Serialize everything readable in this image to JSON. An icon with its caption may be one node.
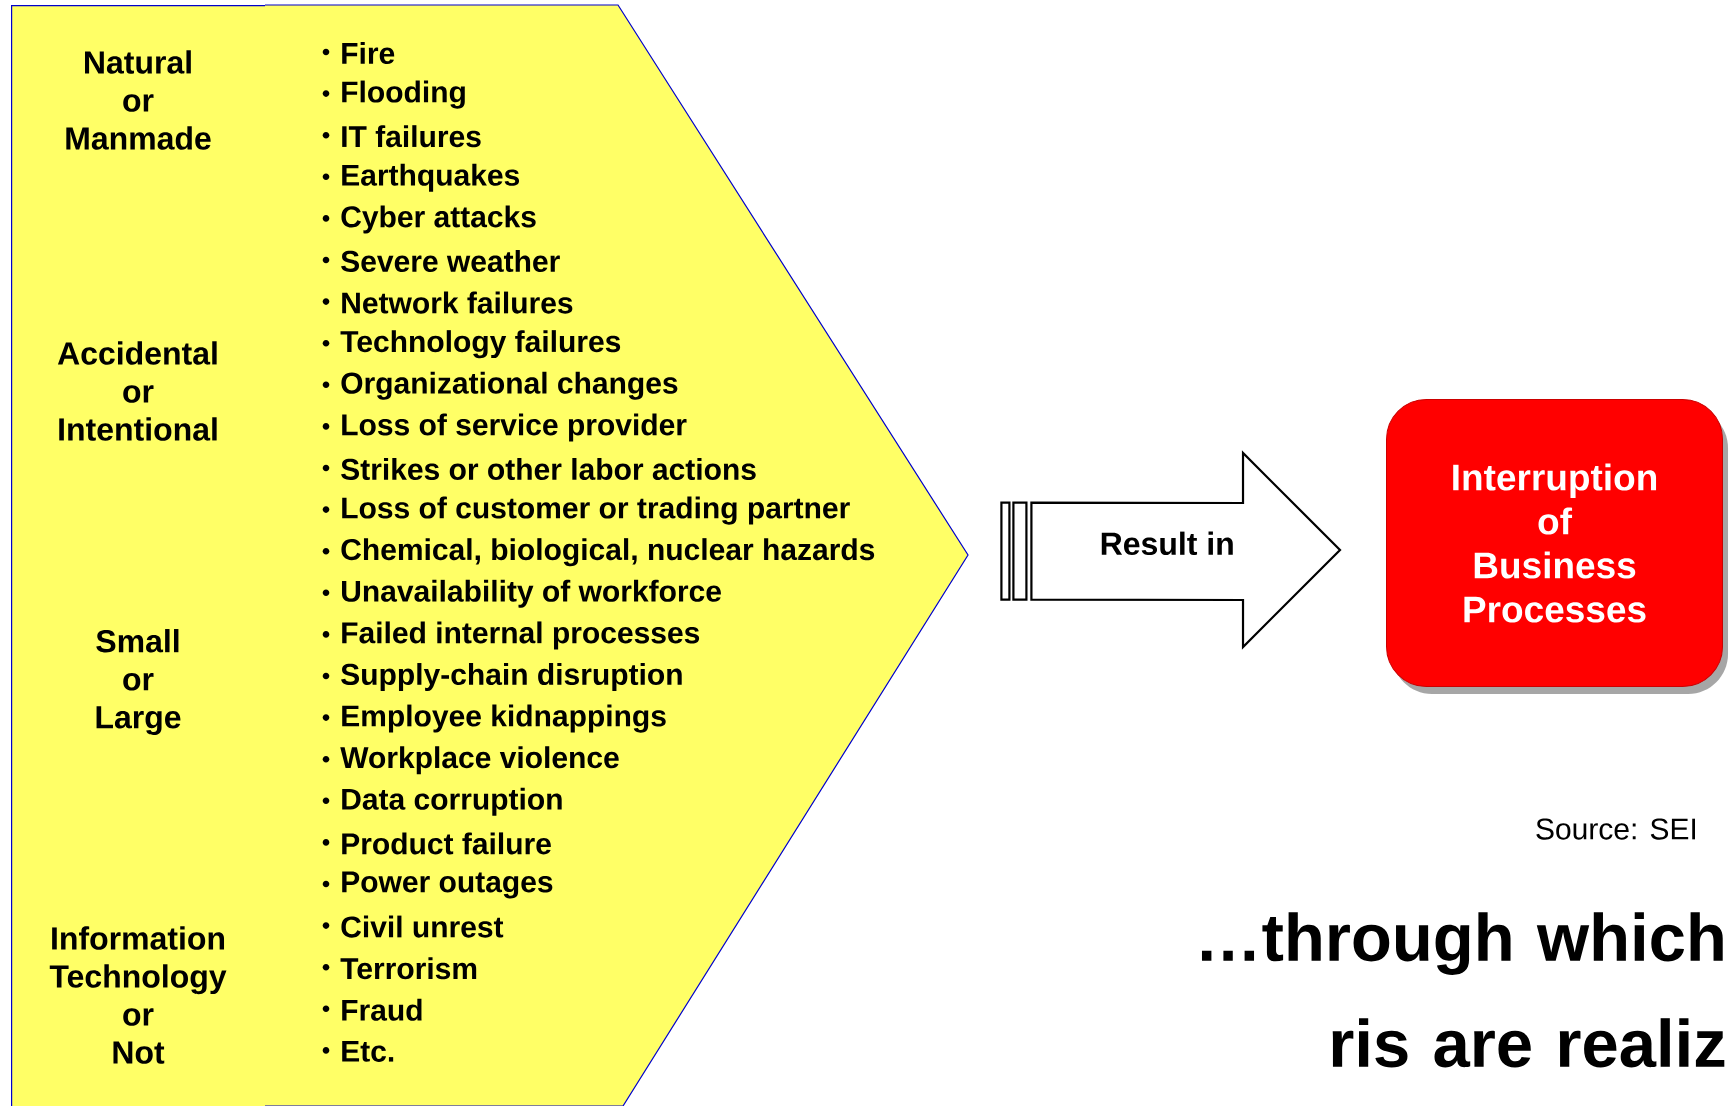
{
  "diagram": {
    "nodes": [
      {
        "text": [
          "Natural or Manmade",
          "Accidental or Intentional",
          "Small or Large",
          "Information Technology or Not"
        ]
      },
      {
        "text": [
          "Fire",
          "Flooding",
          "IT failures",
          "Earthquakes",
          "Cyber attacks",
          "Severe weather",
          "Network failures",
          "Technology failures",
          "Organizational changes",
          "Loss of service provider",
          "Strikes or other labor actions",
          "Loss of customer or trading partner",
          "Chemical, biological, nuclear hazards",
          "Unavailability of workforce",
          "Failed internal processes",
          "Supply-chain disruption",
          "Employee kidnappings",
          "Workplace violence",
          "Data corruption",
          "Product failure",
          "Power outages",
          "Civil unrest",
          "Terrorism",
          "Fraud",
          "Etc."
        ]
      },
      {
        "text": [
          "Interruption of Business Processes"
        ]
      }
    ],
    "edges": [
      {
        "from": 1,
        "to": 2,
        "arrow": "to",
        "label": "Result in"
      }
    ],
    "labels": [
      "Source: SEI",
      "…through which ris are realiz"
    ]
  }
}
